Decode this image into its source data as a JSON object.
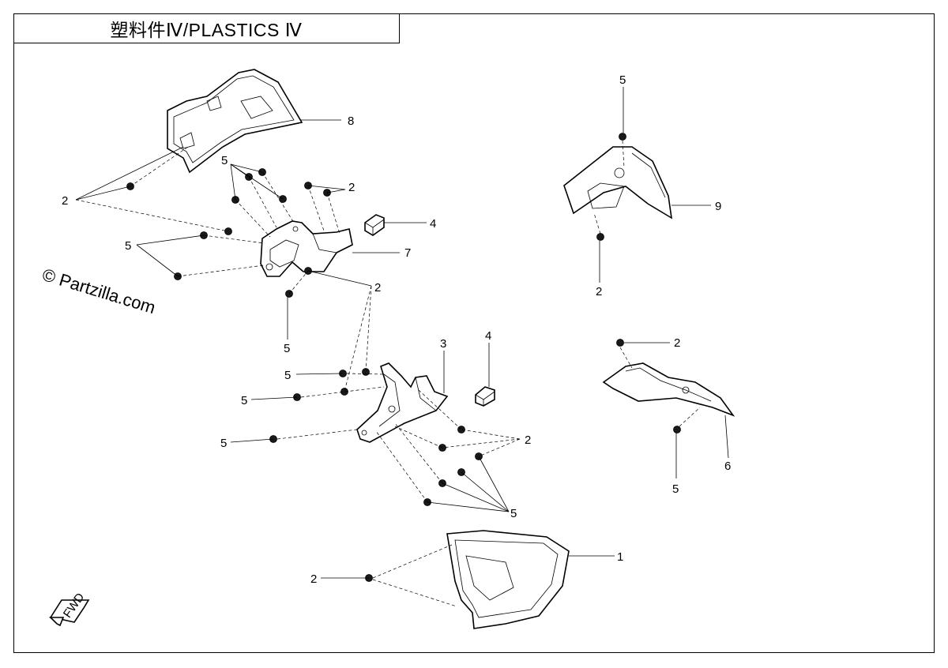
{
  "title": "塑料件Ⅳ/PLASTICS Ⅳ",
  "watermark": "© Partzilla.com",
  "fwd_label": "FWD",
  "callouts": [
    {
      "id": "c8",
      "text": "8"
    },
    {
      "id": "c5a",
      "text": "5"
    },
    {
      "id": "c2a",
      "text": "2"
    },
    {
      "id": "c2b",
      "text": "2"
    },
    {
      "id": "c4a",
      "text": "4"
    },
    {
      "id": "c5b",
      "text": "5"
    },
    {
      "id": "c7",
      "text": "7"
    },
    {
      "id": "c2c",
      "text": "2"
    },
    {
      "id": "c5c",
      "text": "5"
    },
    {
      "id": "c5d",
      "text": "5"
    },
    {
      "id": "c2d",
      "text": "2"
    },
    {
      "id": "c9",
      "text": "9"
    },
    {
      "id": "c3",
      "text": "3"
    },
    {
      "id": "c4b",
      "text": "4"
    },
    {
      "id": "c5e",
      "text": "5"
    },
    {
      "id": "c5f",
      "text": "5"
    },
    {
      "id": "c5g",
      "text": "5"
    },
    {
      "id": "c2e",
      "text": "2"
    },
    {
      "id": "c5h",
      "text": "5"
    },
    {
      "id": "c2f",
      "text": "2"
    },
    {
      "id": "c6",
      "text": "6"
    },
    {
      "id": "c5i",
      "text": "5"
    },
    {
      "id": "c1",
      "text": "1"
    },
    {
      "id": "c2g",
      "text": "2"
    }
  ]
}
